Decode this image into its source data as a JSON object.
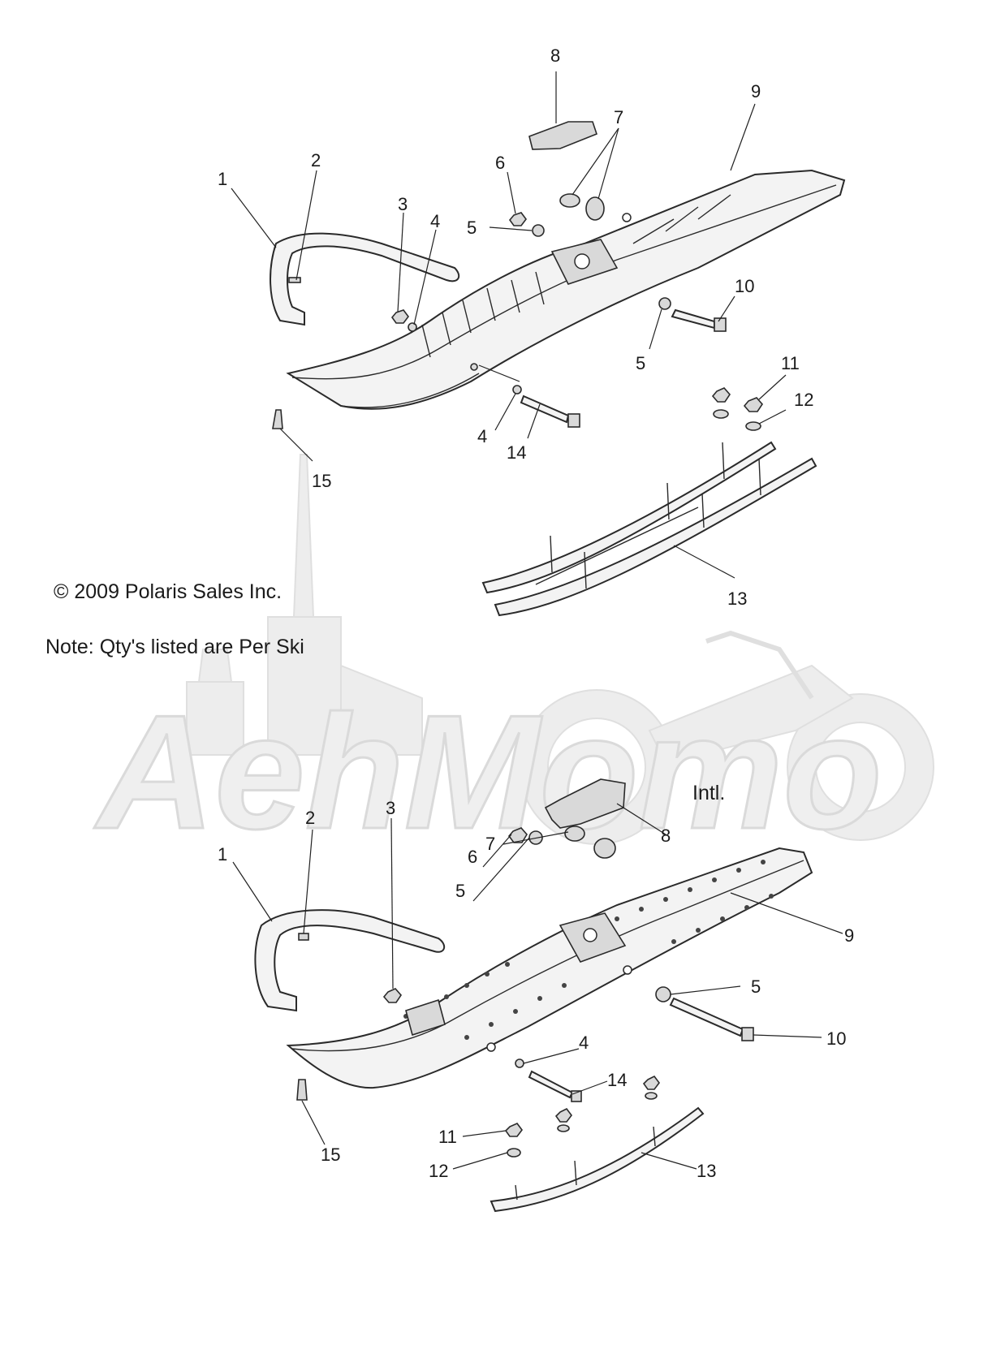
{
  "copyright": "© 2009 Polaris Sales Inc.",
  "note": "Note: Qty's listed are Per Ski",
  "intl_label": "Intl.",
  "watermark": "AehMomo",
  "top_callouts": [
    "1",
    "2",
    "3",
    "4",
    "5",
    "6",
    "7",
    "8",
    "9",
    "10",
    "5",
    "11",
    "12",
    "4",
    "14",
    "15",
    "13"
  ],
  "bottom_callouts": [
    "1",
    "2",
    "3",
    "8",
    "7",
    "6",
    "5",
    "9",
    "5",
    "10",
    "4",
    "14",
    "11",
    "12",
    "13",
    "15"
  ]
}
